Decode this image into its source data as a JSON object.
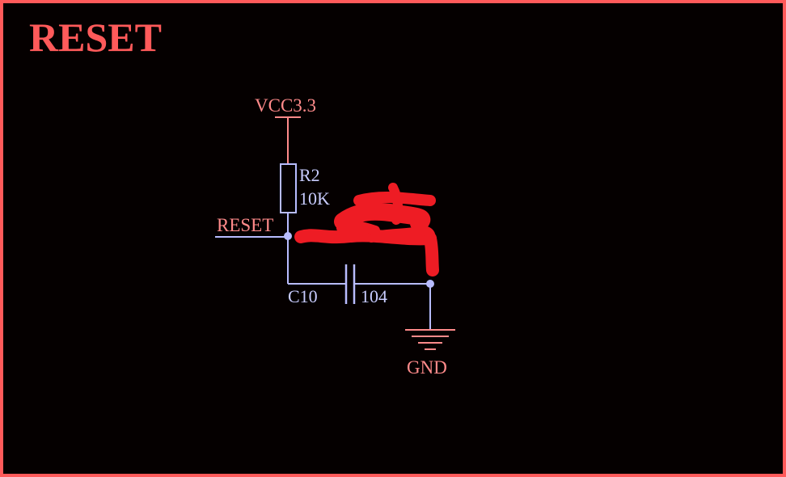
{
  "title": "RESET",
  "labels": {
    "power": "VCC3.3",
    "resistor_ref": "R2",
    "resistor_value": "10K",
    "net": "RESET",
    "capacitor_ref": "C10",
    "capacitor_value": "104",
    "ground": "GND"
  },
  "colors": {
    "frame": "#ff5a5a",
    "wire": "#b8bcff",
    "power_ground": "#ff8a8a",
    "scribble": "#ee1c24"
  }
}
